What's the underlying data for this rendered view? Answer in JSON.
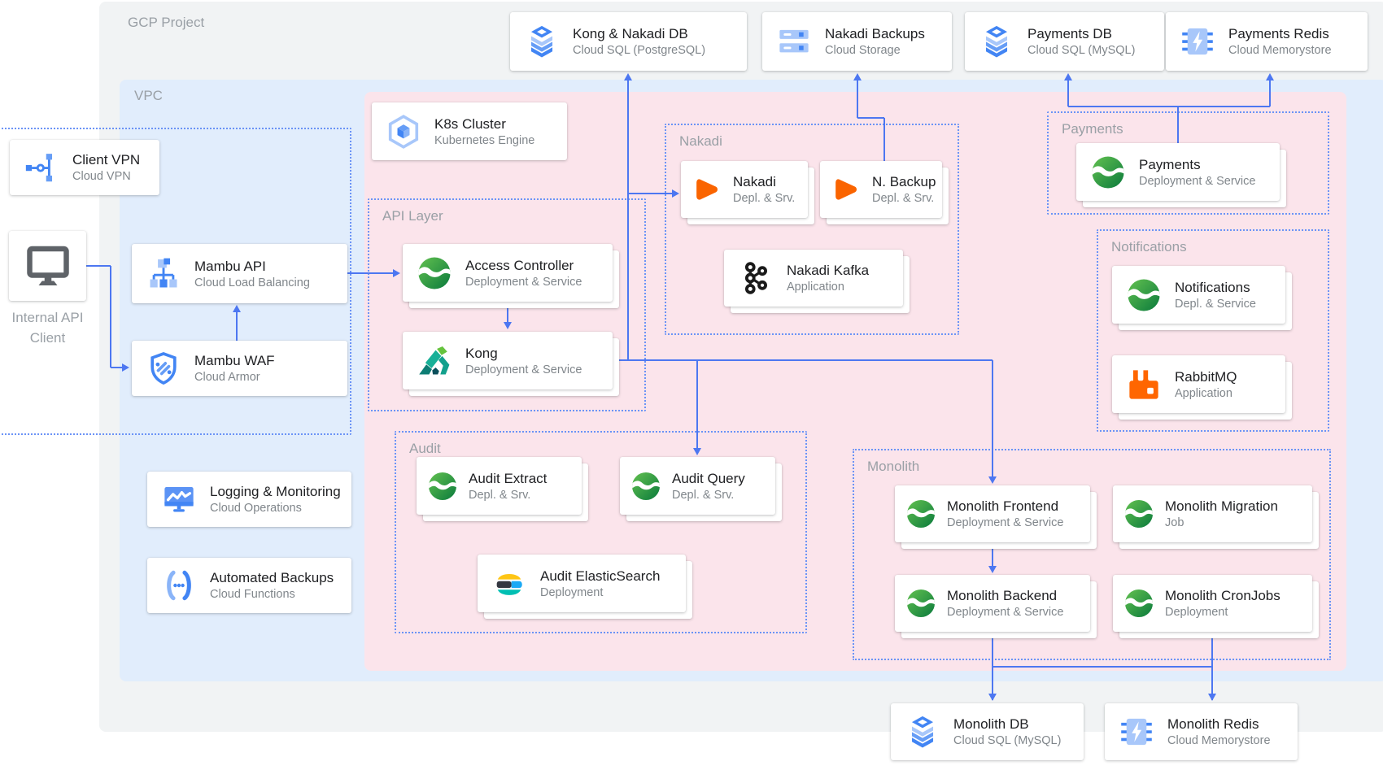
{
  "page": {
    "gcp_label": "GCP Project",
    "vpc_label": "VPC"
  },
  "colors": {
    "gcp_panel": "#f1f3f4",
    "vpc_panel": "#e1edfc",
    "k8s_panel": "#fbe4eb",
    "line_blue": "#4d77f1",
    "dotted_blue": "#6b93f6",
    "title_text": "#202124",
    "subtitle_text": "#80868b",
    "section_text": "#9aa0a6"
  },
  "groups": [
    {
      "id": "client-zone",
      "label": ""
    },
    {
      "id": "api-layer",
      "label": "API Layer"
    },
    {
      "id": "nakadi-zone",
      "label": "Nakadi"
    },
    {
      "id": "audit-zone",
      "label": "Audit"
    },
    {
      "id": "payments-zone",
      "label": "Payments"
    },
    {
      "id": "notifications-zone",
      "label": "Notifications"
    },
    {
      "id": "monolith-zone",
      "label": "Monolith"
    }
  ],
  "cards": [
    {
      "id": "kong-nakadi-db",
      "title": "Kong & Nakadi DB",
      "subtitle": "Cloud SQL (PostgreSQL)",
      "icon": "cloud-sql"
    },
    {
      "id": "nakadi-backups",
      "title": "Nakadi Backups",
      "subtitle": "Cloud Storage",
      "icon": "cloud-storage"
    },
    {
      "id": "payments-db",
      "title": "Payments DB",
      "subtitle": "Cloud SQL (MySQL)",
      "icon": "cloud-sql"
    },
    {
      "id": "payments-redis",
      "title": "Payments Redis",
      "subtitle": "Cloud Memorystore",
      "icon": "memorystore"
    },
    {
      "id": "client-vpn",
      "title": "Client VPN",
      "subtitle": "Cloud VPN",
      "icon": "cloud-vpn"
    },
    {
      "id": "internal-api-client",
      "title": "Internal API Client",
      "lines": [
        "Internal API",
        "Client"
      ],
      "icon": "monitor"
    },
    {
      "id": "mambu-api",
      "title": "Mambu API",
      "subtitle": "Cloud Load Balancing",
      "icon": "load-balancing"
    },
    {
      "id": "mambu-waf",
      "title": "Mambu WAF",
      "subtitle": "Cloud Armor",
      "icon": "cloud-armor"
    },
    {
      "id": "logging-monitoring",
      "title": "Logging & Monitoring",
      "subtitle": "Cloud Operations",
      "icon": "cloud-operations"
    },
    {
      "id": "automated-backups",
      "title": "Automated Backups",
      "subtitle": "Cloud Functions",
      "icon": "cloud-functions"
    },
    {
      "id": "k8s-cluster",
      "title": "K8s Cluster",
      "subtitle": "Kubernetes Engine",
      "icon": "gke"
    },
    {
      "id": "access-controller",
      "title": "Access Controller",
      "subtitle": "Deployment & Service",
      "icon": "mambu",
      "stacked": true
    },
    {
      "id": "kong",
      "title": "Kong",
      "subtitle": "Deployment & Service",
      "icon": "kong",
      "stacked": true
    },
    {
      "id": "nakadi",
      "title": "Nakadi",
      "subtitle": "Depl. & Srv.",
      "icon": "nakadi",
      "stacked": true,
      "small": true
    },
    {
      "id": "n-backup",
      "title": "N. Backup",
      "subtitle": "Depl. & Srv.",
      "icon": "nakadi",
      "stacked": true,
      "small": true
    },
    {
      "id": "nakadi-kafka",
      "title": "Nakadi Kafka",
      "subtitle": "Application",
      "icon": "kafka",
      "stacked": true
    },
    {
      "id": "payments",
      "title": "Payments",
      "subtitle": "Deployment & Service",
      "icon": "mambu",
      "stacked": true
    },
    {
      "id": "notifications",
      "title": "Notifications",
      "subtitle": "Depl. & Service",
      "icon": "mambu",
      "stacked": true
    },
    {
      "id": "rabbitmq",
      "title": "RabbitMQ",
      "subtitle": "Application",
      "icon": "rabbitmq",
      "stacked": true
    },
    {
      "id": "audit-extract",
      "title": "Audit Extract",
      "subtitle": "Depl. & Srv.",
      "icon": "mambu",
      "stacked": true,
      "small": true
    },
    {
      "id": "audit-query",
      "title": "Audit Query",
      "subtitle": "Depl. & Srv.",
      "icon": "mambu",
      "stacked": true,
      "small": true
    },
    {
      "id": "audit-elasticsearch",
      "title": "Audit ElasticSearch",
      "subtitle": "Deployment",
      "icon": "elasticsearch",
      "stacked": true
    },
    {
      "id": "monolith-frontend",
      "title": "Monolith Frontend",
      "subtitle": "Deployment & Service",
      "icon": "mambu",
      "stacked": true,
      "small": true
    },
    {
      "id": "monolith-migration",
      "title": "Monolith Migration",
      "subtitle": "Job",
      "icon": "mambu",
      "stacked": true,
      "small": true
    },
    {
      "id": "monolith-backend",
      "title": "Monolith Backend",
      "subtitle": "Deployment & Service",
      "icon": "mambu",
      "stacked": true,
      "small": true
    },
    {
      "id": "monolith-cronjobs",
      "title": "Monolith CronJobs",
      "subtitle": "Deployment",
      "icon": "mambu",
      "stacked": true,
      "small": true
    },
    {
      "id": "monolith-db",
      "title": "Monolith DB",
      "subtitle": "Cloud SQL (MySQL)",
      "icon": "cloud-sql"
    },
    {
      "id": "monolith-redis",
      "title": "Monolith Redis",
      "subtitle": "Cloud Memorystore",
      "icon": "memorystore"
    }
  ]
}
